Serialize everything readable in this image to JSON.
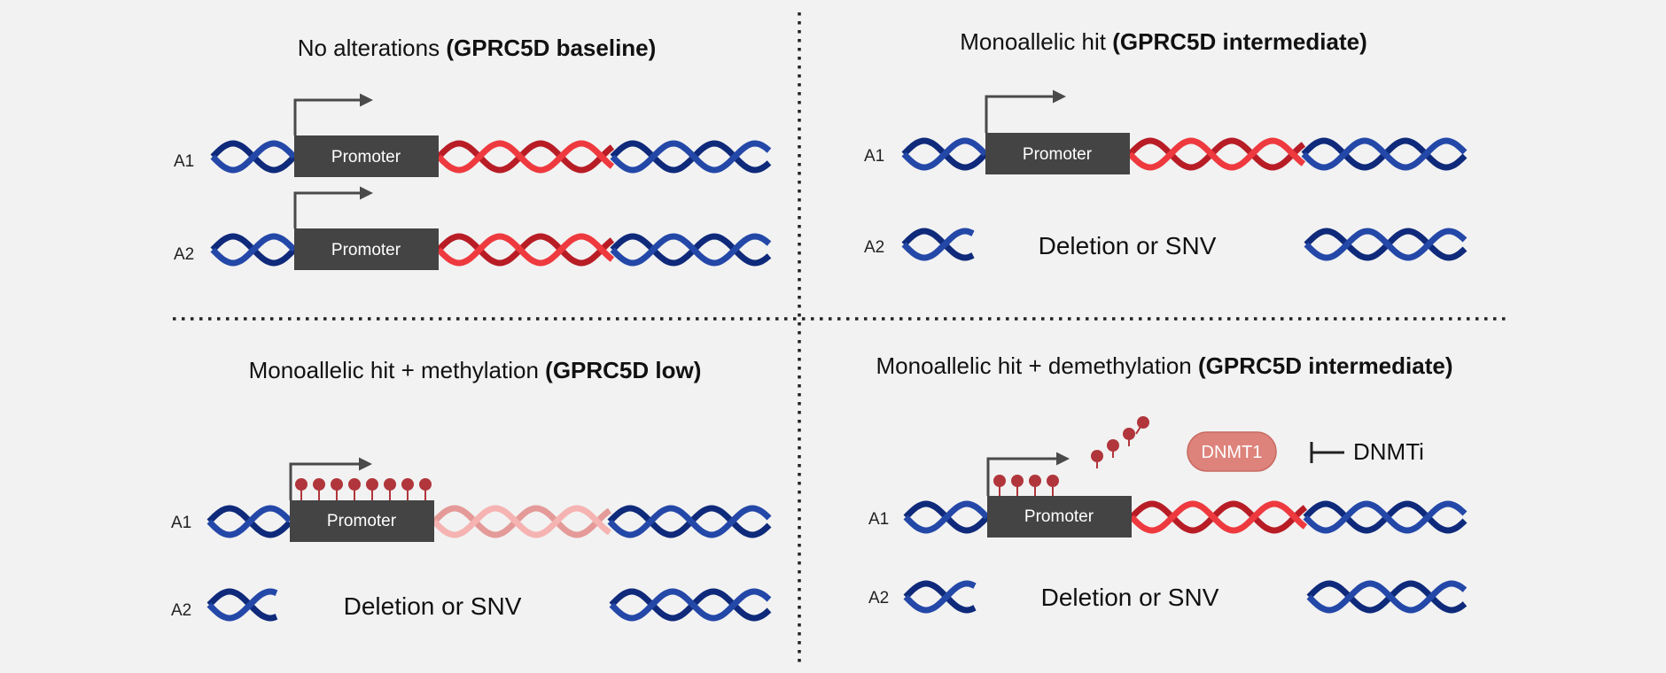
{
  "panels": [
    {
      "title_plain": "No alterations ",
      "title_bold": "(GPRC5D baseline)",
      "a1_label": "A1",
      "a2_label": "A2",
      "promoter_label": "Promoter",
      "a1_promoter": "Promoter",
      "a2_promoter": "Promoter"
    },
    {
      "title_plain": "Monoallelic hit ",
      "title_bold": "(GPRC5D intermediate)",
      "a1_label": "A1",
      "a2_label": "A2",
      "promoter_label": "Promoter",
      "a2_text": "Deletion or SNV"
    },
    {
      "title_plain": "Monoallelic hit + methylation ",
      "title_bold": "(GPRC5D low)",
      "a1_label": "A1",
      "a2_label": "A2",
      "promoter_label": "Promoter",
      "a2_text": "Deletion or SNV"
    },
    {
      "title_plain": "Monoallelic hit + demethylation ",
      "title_bold": "(GPRC5D intermediate)",
      "a1_label": "A1",
      "a2_label": "A2",
      "promoter_label": "Promoter",
      "a2_text": "Deletion or SNV",
      "enzyme_label": "DNMT1",
      "inhibitor_label": "DNMTi"
    }
  ],
  "colors": {
    "background": "#f2f2f2",
    "dna_blue_dark": "#0f2a7a",
    "dna_blue": "#2448a8",
    "gene_red_dark": "#b81d26",
    "gene_red": "#ee3a3f",
    "gene_faded_dark": "#e49a98",
    "gene_faded": "#f5b3b1",
    "promoter_box": "#444444",
    "methyl": "#b0363c",
    "enzyme_fill": "#dd837b",
    "arrow": "#4a4a4a",
    "divider": "#222222"
  }
}
